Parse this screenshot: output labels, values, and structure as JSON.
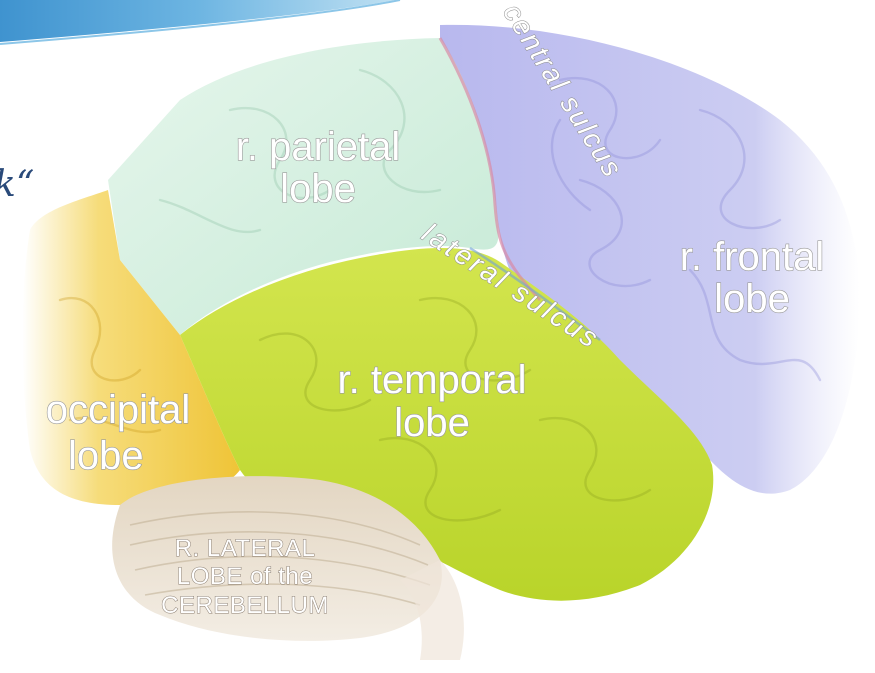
{
  "lobes": {
    "parietal": {
      "line1": "r. parietal",
      "line2": "lobe"
    },
    "frontal": {
      "line1": "r. frontal",
      "line2": "lobe"
    },
    "temporal": {
      "line1": "r. temporal",
      "line2": "lobe"
    },
    "occipital": {
      "line1": "occipital",
      "line2": "lobe"
    }
  },
  "cerebellum": {
    "line1": "R. LATERAL",
    "line2": "LOBE of the",
    "line3": "CEREBELLUM"
  },
  "sulci": {
    "central": "central sulcus",
    "lateral": "lateral sulcus"
  },
  "edge_text": "k“",
  "colors": {
    "parietal": "#cfeedd",
    "frontal": "#c9c9f0",
    "temporal": "#c8de3c",
    "occipital": "#f2cd4a",
    "cerebellum": "#d9ccb8",
    "header": "#5aa6d6"
  }
}
